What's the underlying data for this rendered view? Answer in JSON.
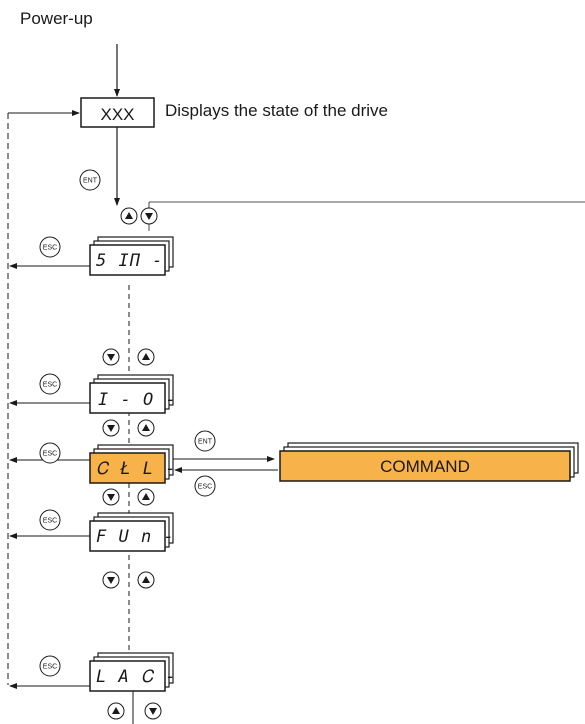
{
  "title": "Power-up",
  "state_box": "XXX",
  "state_caption": "Displays the state of the drive",
  "buttons": {
    "ent": "ENT",
    "esc": "ESC",
    "up": "▲",
    "down": "▼"
  },
  "menus": [
    {
      "code": "5 IΠ -",
      "highlighted": false
    },
    {
      "code": "I - O -",
      "highlighted": false
    },
    {
      "code": "Ꮯ Ł L -",
      "highlighted": true
    },
    {
      "code": "F U n -",
      "highlighted": false
    },
    {
      "code": "L A Ꮯ -",
      "highlighted": false
    }
  ],
  "submenu_label": "COMMAND",
  "colors": {
    "highlight": "#f7b24a",
    "stroke": "#1a1a1a"
  }
}
